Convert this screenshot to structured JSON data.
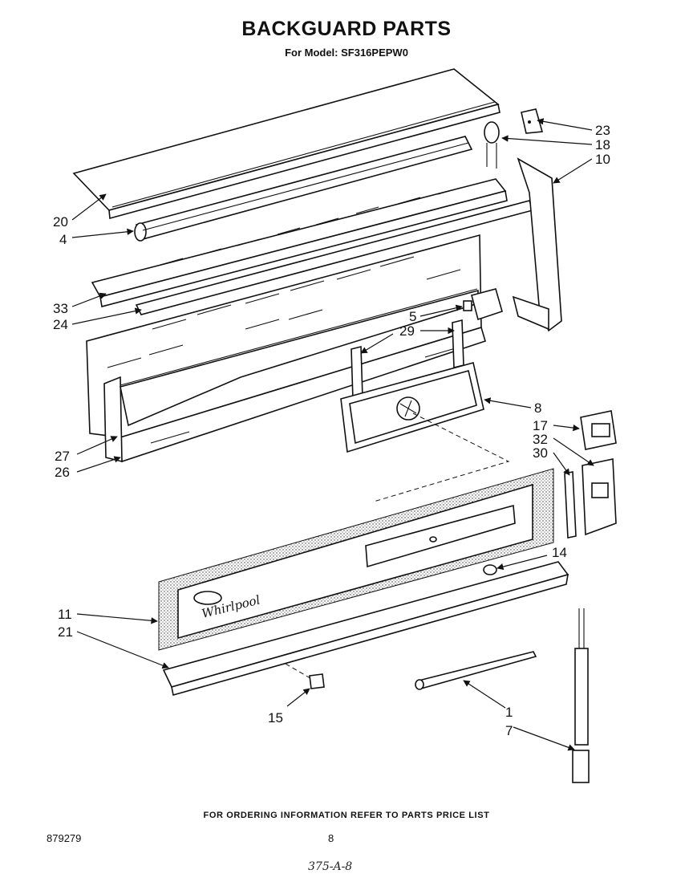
{
  "header": {
    "title": "BACKGUARD PARTS",
    "model_line": "For Model: SF316PEPW0"
  },
  "footer": {
    "ordering_note": "FOR ORDERING INFORMATION REFER TO PARTS PRICE LIST",
    "document_number": "879279",
    "page_number": "8",
    "handwritten_note": "375-A-8"
  },
  "logo_text": "Whirlpool",
  "callouts": {
    "c23": "23",
    "c18": "18",
    "c10": "10",
    "c20": "20",
    "c4": "4",
    "c33": "33",
    "c24": "24",
    "c5": "5",
    "c29": "29",
    "c8": "8",
    "c17": "17",
    "c32": "32",
    "c30": "30",
    "c27": "27",
    "c26": "26",
    "c14": "14",
    "c11": "11",
    "c21": "21",
    "c15": "15",
    "c1": "1",
    "c7": "7"
  }
}
